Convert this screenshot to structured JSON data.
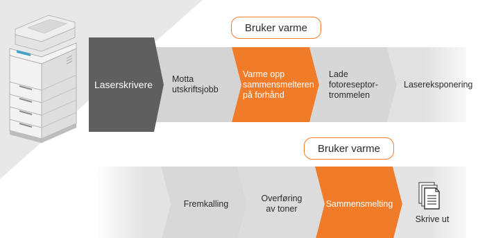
{
  "colors": {
    "orange": "#f07c2a",
    "dark_gray": "#5f5f5f",
    "light_gray": "#d9d9d9",
    "background_stripe": "#e6e6e6"
  },
  "row1": {
    "callout": "Bruker varme",
    "steps": [
      {
        "label": "Laserskrivere"
      },
      {
        "label": "Motta\nutskriftsjobb"
      },
      {
        "label": "Varme opp\nsammensmelteren\npå forhånd"
      },
      {
        "label": "Lade\nfotoreseptor-\ntrommelen"
      },
      {
        "label": "Lasereksponering"
      }
    ]
  },
  "row2": {
    "callout": "Bruker varme",
    "steps": [
      {
        "label": "Fremkalling"
      },
      {
        "label": "Overføring\nav toner"
      },
      {
        "label": "Sammensmelting"
      },
      {
        "label": "Skrive ut"
      }
    ]
  },
  "icons": {
    "printer": "laser-printer-icon",
    "document": "document-stack-icon"
  }
}
